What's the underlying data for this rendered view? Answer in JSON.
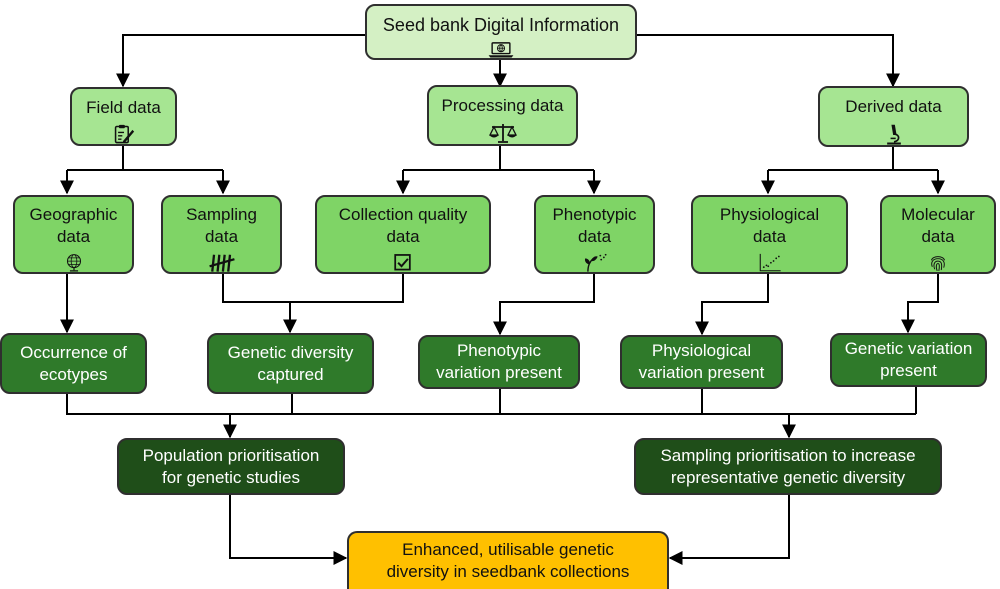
{
  "root": {
    "label": "Seed bank Digital Information",
    "icon": "laptop-globe-icon"
  },
  "categories": [
    {
      "label": "Field data",
      "icon": "clipboard-pen-icon"
    },
    {
      "label": "Processing data",
      "icon": "balance-scale-icon"
    },
    {
      "label": "Derived data",
      "icon": "microscope-icon"
    }
  ],
  "data_types": [
    {
      "line1": "Geographic",
      "line2": "data",
      "icon": "globe-icon"
    },
    {
      "line1": "Sampling",
      "line2": "data",
      "icon": "tally-marks-icon"
    },
    {
      "line1": "Collection quality",
      "line2": "data",
      "icon": "checkbox-icon"
    },
    {
      "line1": "Phenotypic",
      "line2": "data",
      "icon": "seedling-icon"
    },
    {
      "line1": "Physiological",
      "line2": "data",
      "icon": "scatter-plot-icon"
    },
    {
      "line1": "Molecular",
      "line2": "data",
      "icon": "fingerprint-icon"
    }
  ],
  "outcomes": [
    {
      "line1": "Occurrence of",
      "line2": "ecotypes"
    },
    {
      "line1": "Genetic diversity",
      "line2": "captured"
    },
    {
      "line1": "Phenotypic",
      "line2": "variation present"
    },
    {
      "line1": "Physiological",
      "line2": "variation present"
    },
    {
      "line1": "Genetic variation",
      "line2": "present"
    }
  ],
  "prioritisation": [
    {
      "line1": "Population prioritisation",
      "line2": "for genetic studies"
    },
    {
      "line1": "Sampling prioritisation to increase",
      "line2": "representative genetic diversity"
    }
  ],
  "final": {
    "line1": "Enhanced, utilisable genetic",
    "line2": "diversity in seedbank collections"
  },
  "colors": {
    "root_fill": "#d4f0c4",
    "category_fill": "#a6e592",
    "data_type_fill": "#7fd466",
    "outcome_fill": "#2f7a2a",
    "prioritisation_fill": "#1f4e19",
    "final_fill": "#ffc000",
    "connector": "#000000"
  }
}
